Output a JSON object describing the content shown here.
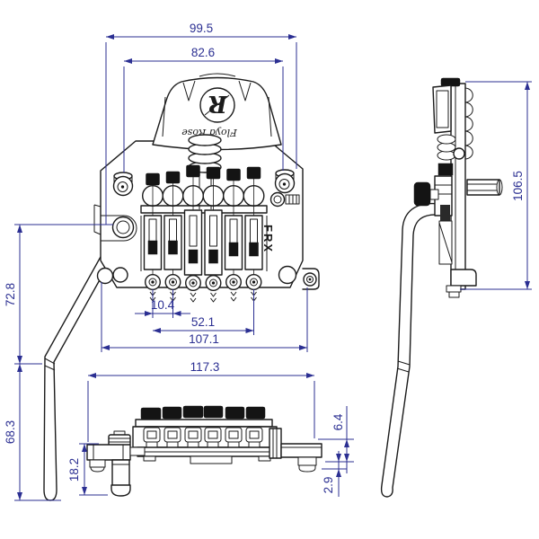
{
  "colors": {
    "dimension": "#2b2f92",
    "ink": "#1b1b1b"
  },
  "front": {
    "logo_letter": "R",
    "logo_script": "Floyd Rose",
    "model": "FRX",
    "dims": {
      "overall_width": "99.5",
      "post_spacing": "82.6",
      "pivot_height": "72.8",
      "arm_length": "68.3",
      "string_pitch": "10.4",
      "string_span": "52.1",
      "plate_width": "107.1"
    }
  },
  "side": {
    "dims": {
      "overall_height": "106.5"
    }
  },
  "bottom": {
    "dims": {
      "overall_length": "117.3",
      "stud_length": "18.2",
      "plate_thickness": "6.4",
      "stud_gap": "2.9"
    }
  }
}
